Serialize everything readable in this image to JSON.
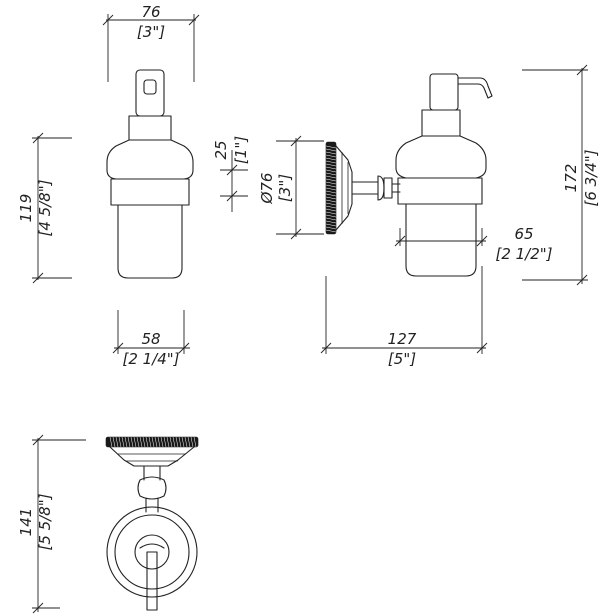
{
  "dimensions": {
    "front_width": {
      "mm": "76",
      "inch": "[3\"]"
    },
    "front_height": {
      "mm": "119",
      "inch": "[4 5/8\"]"
    },
    "base_width": {
      "mm": "58",
      "inch": "[2 1/4\"]"
    },
    "plate_thickness": {
      "mm": "25",
      "inch": "[1\"]"
    },
    "plate_diameter": {
      "mm": "Ø76",
      "inch": "[3\"]"
    },
    "side_height": {
      "mm": "172",
      "inch": "[6 3/4\"]"
    },
    "container_width": {
      "mm": "65",
      "inch": "[2 1/2\"]"
    },
    "side_depth": {
      "mm": "127",
      "inch": "[5\"]"
    },
    "top_height": {
      "mm": "141",
      "inch": "[5 5/8\"]"
    }
  },
  "colors": {
    "line": "#222222",
    "background": "#ffffff"
  }
}
